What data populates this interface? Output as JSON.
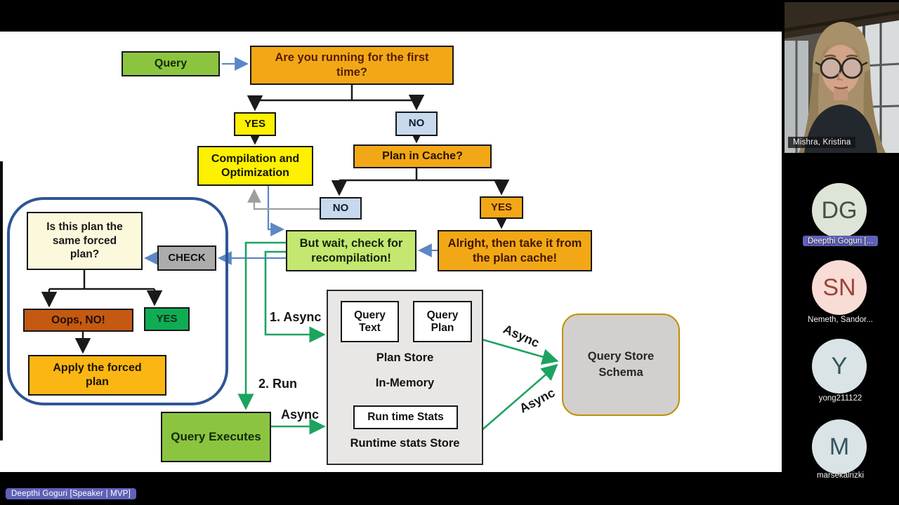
{
  "flowchart": {
    "nodes": {
      "query": "Query",
      "first_time": "Are you running for the first time?",
      "yes1": "YES",
      "no1": "NO",
      "compilation": "Compilation and Optimization",
      "plan_in_cache": "Plan in Cache?",
      "no2": "NO",
      "yes2": "YES",
      "but_wait": "But wait, check for recompilation!",
      "alright": "Alright, then take it from the plan cache!",
      "is_this_plan": "Is this plan the same forced plan?",
      "check": "CHECK",
      "oops_no": "Oops, NO!",
      "yes3": "YES",
      "apply_forced": "Apply the forced plan",
      "query_executes": "Query Executes",
      "query_text": "Query Text",
      "query_plan": "Query Plan",
      "plan_store": "Plan Store",
      "in_memory": "In-Memory",
      "runtime_stats": "Run time Stats",
      "runtime_store": "Runtime stats Store",
      "query_store_schema": "Query Store Schema"
    },
    "labels": {
      "async1": "1. Async",
      "run2": "2. Run",
      "async_qe": "Async",
      "async_top": "Async",
      "async_bottom": "Async"
    },
    "colors": {
      "arrow_green": "#1ca35f",
      "arrow_blue": "#5b87c5",
      "arrow_gray": "#9e9e9e",
      "arrow_black": "#1a1a1a",
      "container_border": "#2f5597",
      "schema_border": "#c09100"
    }
  },
  "sidebar": {
    "video": {
      "name": "Mishra, Kristina"
    },
    "avatars": [
      {
        "initials": "DG",
        "label": "Deepthi Goguri [...",
        "bg": "#dee4d8",
        "fg": "#44523e",
        "highlighted": true
      },
      {
        "initials": "SN",
        "label": "Nemeth, Sandor...",
        "bg": "#f8dcd6",
        "fg": "#9a4438",
        "highlighted": false
      },
      {
        "initials": "Y",
        "label": "yong211122",
        "bg": "#dae4e7",
        "fg": "#33545e",
        "highlighted": false
      },
      {
        "initials": "M",
        "label": "marsekalrizki",
        "bg": "#dae4e7",
        "fg": "#33545e",
        "highlighted": false
      }
    ],
    "accent_purple": "#5f61b8"
  },
  "footer": {
    "speaker_tag": "Deepthi Goguri [Speaker | MVP]"
  }
}
